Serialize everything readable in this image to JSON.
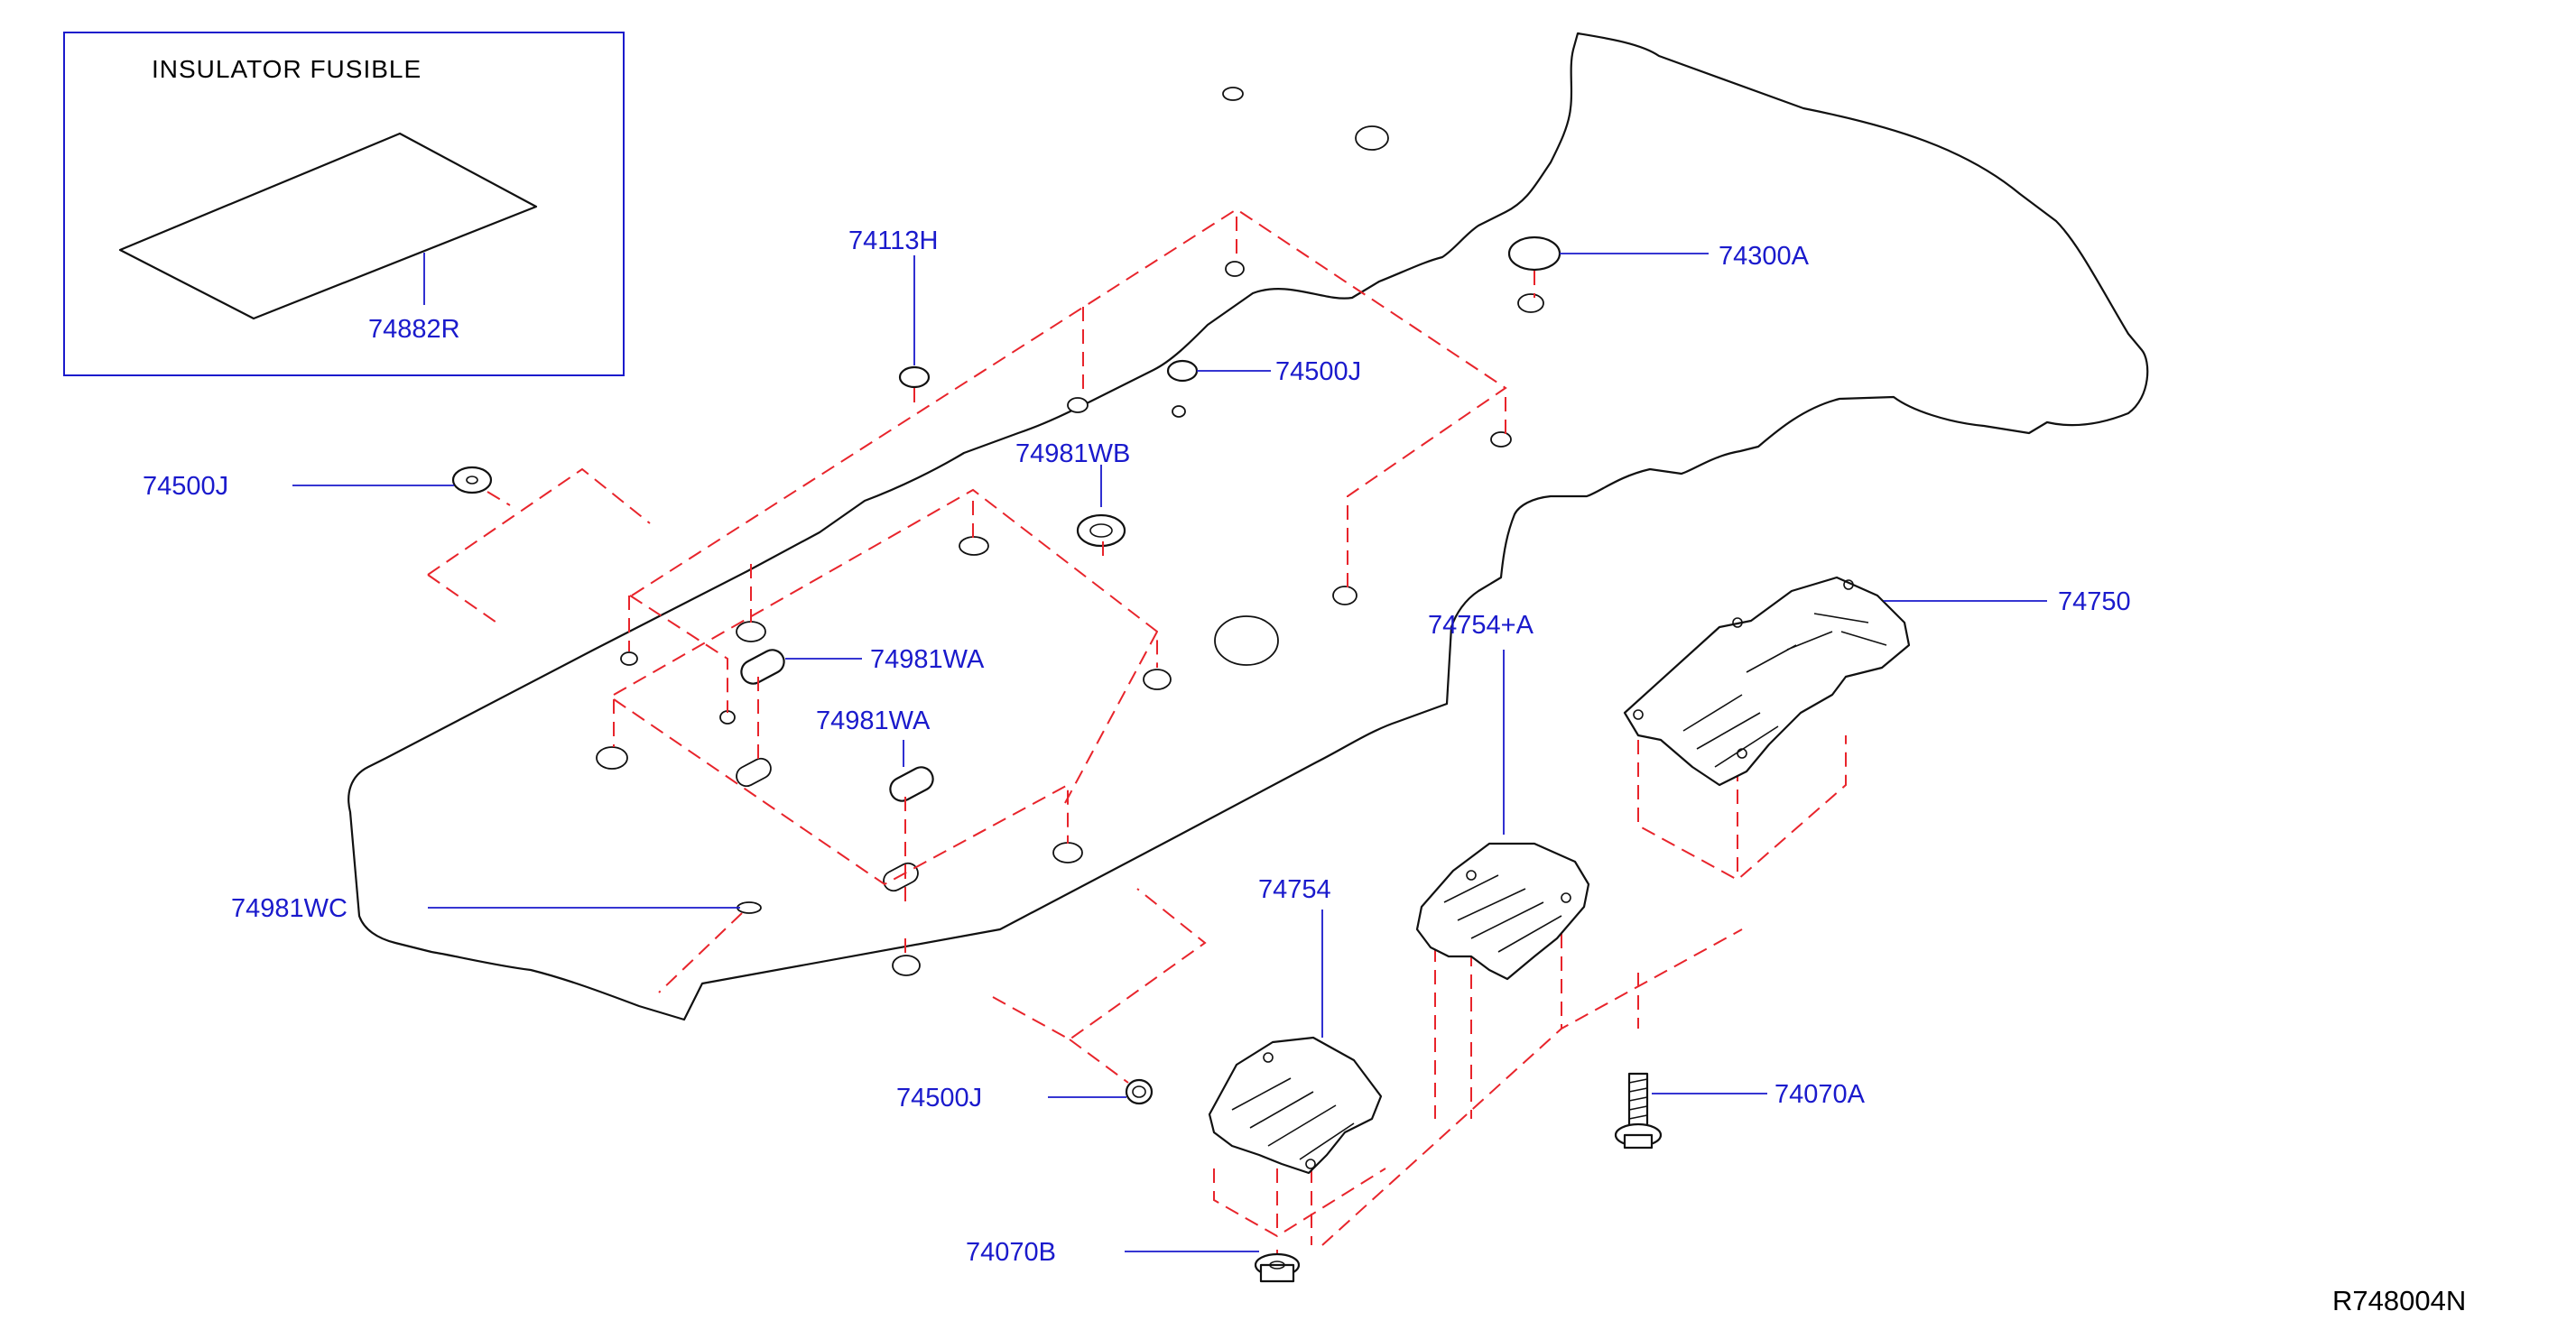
{
  "diagram": {
    "inset": {
      "title": "INSULATOR   FUSIBLE",
      "part": "74882R"
    },
    "callouts": {
      "p74113H": "74113H",
      "p74300A": "74300A",
      "p74500J_top": "74500J",
      "p74500J_left": "74500J",
      "p74500J_bottom": "74500J",
      "p74981WB": "74981WB",
      "p74981WA_1": "74981WA",
      "p74981WA_2": "74981WA",
      "p74981WC": "74981WC",
      "p74754A": "74754+A",
      "p74754": "74754",
      "p74750": "74750",
      "p74070A": "74070A",
      "p74070B": "74070B"
    },
    "drawing_code": "R748004N"
  }
}
